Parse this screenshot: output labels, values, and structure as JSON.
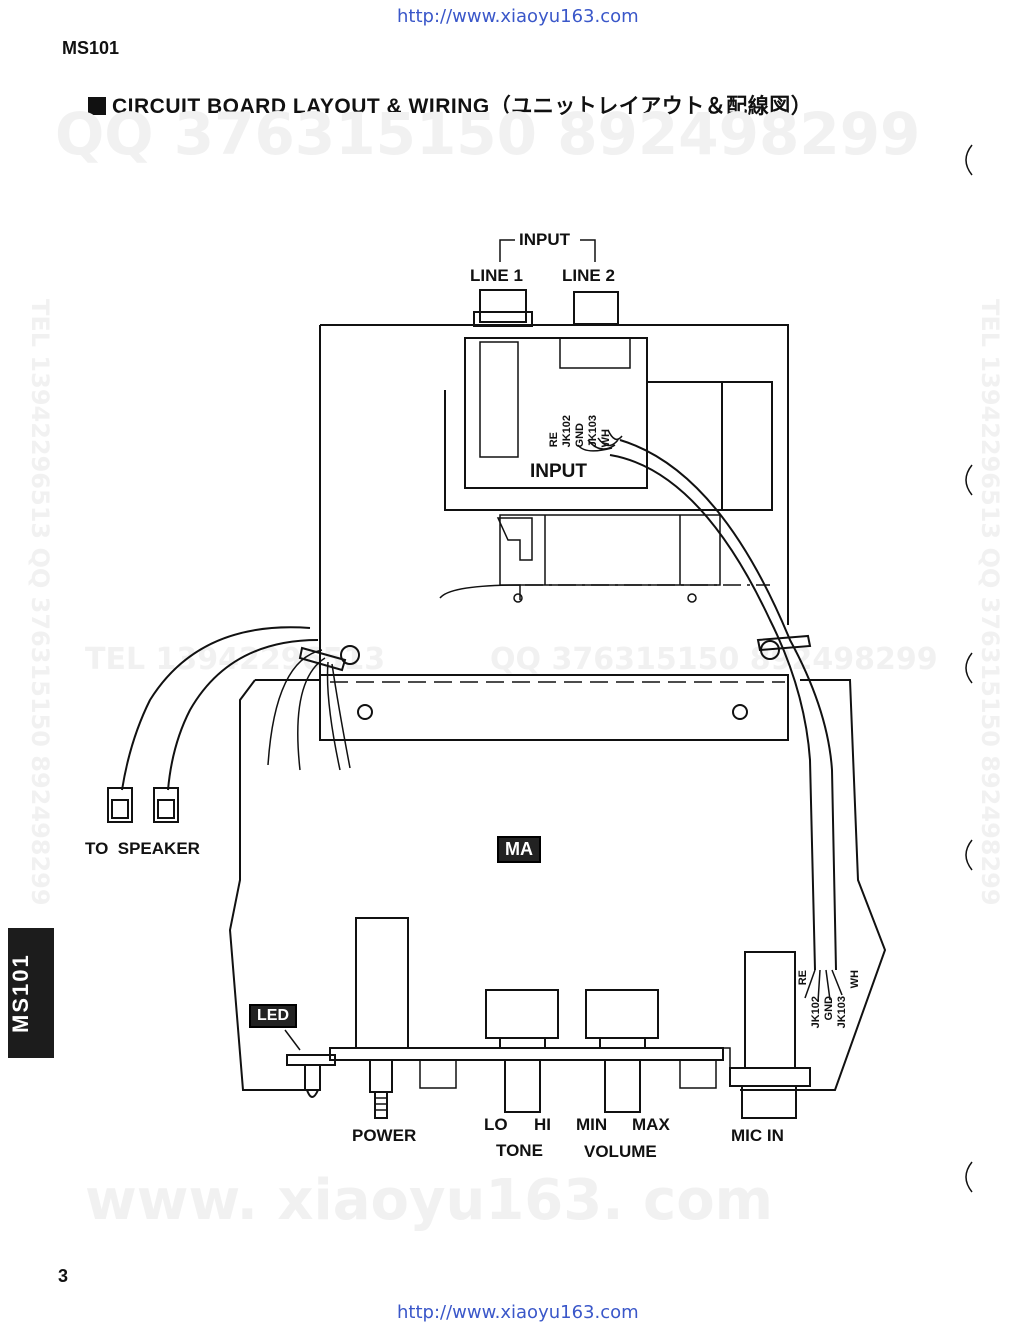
{
  "header": {
    "url_top": "http://www.xiaoyu163.com",
    "model": "MS101"
  },
  "title": "CIRCUIT BOARD LAYOUT & WIRING（ユニットレイアウト＆配線図）",
  "watermarks": {
    "qq_top": "QQ 376315150   892498299",
    "tel_mid": "TEL  13942296513",
    "qq_mid": "QQ  376315150  892498299",
    "side_left": "TEL 13942296513  QQ 376315150  892498299",
    "side_right": "TEL 13942296513  QQ 376315150  892498299",
    "bottom": "www. xiaoyu163. com"
  },
  "side_tab": "MS101",
  "diagram": {
    "input_group": "INPUT",
    "line1": "LINE 1",
    "line2": "LINE 2",
    "input_board": "INPUT",
    "wires_top": [
      "RE",
      "JK102",
      "GND",
      "JK103",
      "WH"
    ],
    "wires_bottom": [
      "RE",
      "JK102",
      "GND",
      "JK103",
      "WH"
    ],
    "to_speaker": "TO  SPEAKER",
    "main_board": "MA",
    "led": "LED",
    "power": "POWER",
    "lo": "LO",
    "hi": "HI",
    "tone": "TONE",
    "min": "MIN",
    "max": "MAX",
    "volume": "VOLUME",
    "mic_in": "MIC IN"
  },
  "footer": {
    "page": "3",
    "url_bottom": "http://www.xiaoyu163.com"
  }
}
